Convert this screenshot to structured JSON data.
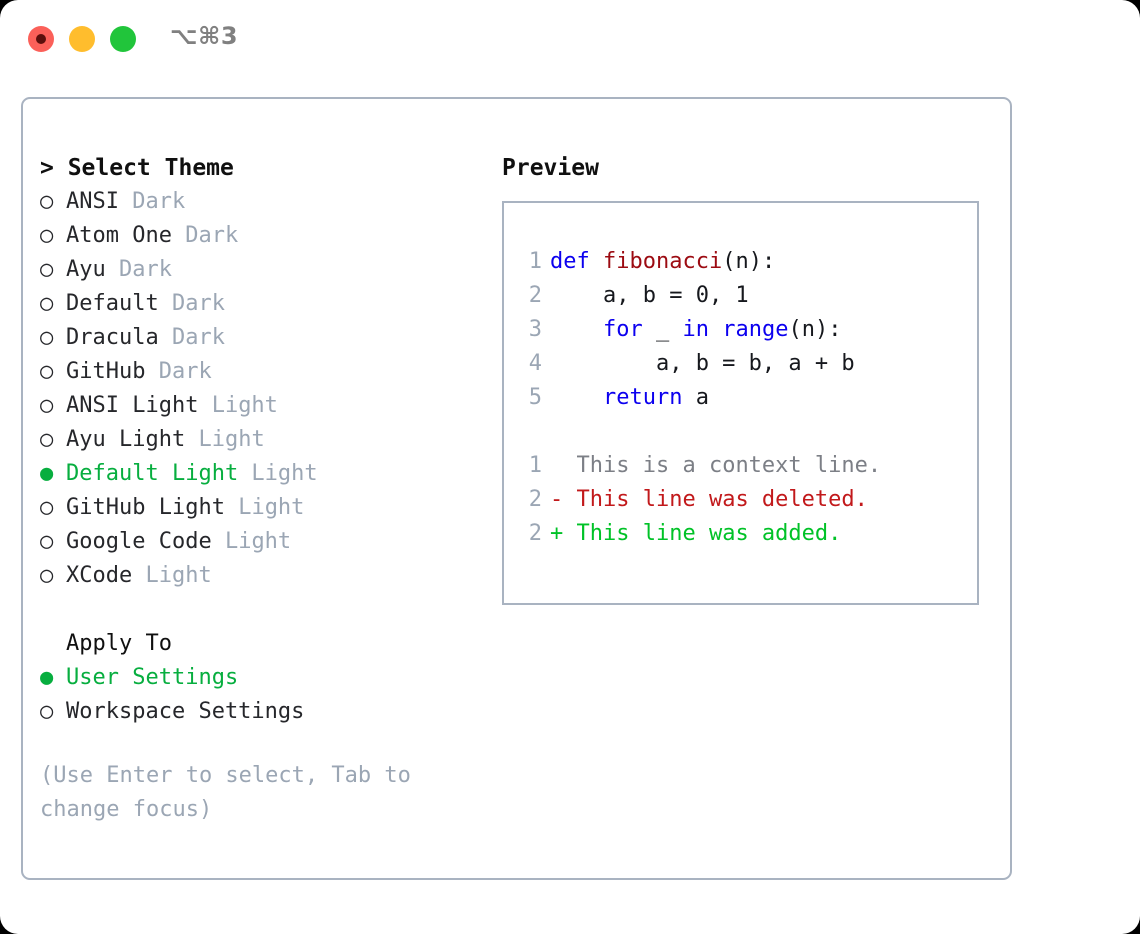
{
  "titlebar": {
    "shortcut": "⌥⌘3",
    "buttons": [
      {
        "name": "close-button",
        "color": "#fb6059"
      },
      {
        "name": "minimize-button",
        "color": "#ffbd2d"
      },
      {
        "name": "maximize-button",
        "color": "#21c53b"
      }
    ]
  },
  "theme_picker": {
    "heading": "> Select Theme",
    "selected_bullet": "●",
    "unselected_bullet": "○",
    "accent_color": "#07ae3f",
    "tag_color": "#9ba6b4",
    "options": [
      {
        "bullet": "○",
        "label": "ANSI",
        "tag": "Dark",
        "selected": false
      },
      {
        "bullet": "○",
        "label": "Atom One",
        "tag": "Dark",
        "selected": false
      },
      {
        "bullet": "○",
        "label": "Ayu",
        "tag": "Dark",
        "selected": false
      },
      {
        "bullet": "○",
        "label": "Default",
        "tag": "Dark",
        "selected": false
      },
      {
        "bullet": "○",
        "label": "Dracula",
        "tag": "Dark",
        "selected": false
      },
      {
        "bullet": "○",
        "label": "GitHub",
        "tag": "Dark",
        "selected": false
      },
      {
        "bullet": "○",
        "label": "ANSI Light",
        "tag": "Light",
        "selected": false
      },
      {
        "bullet": "○",
        "label": "Ayu Light",
        "tag": "Light",
        "selected": false
      },
      {
        "bullet": "●",
        "label": "Default Light",
        "tag": "Light",
        "selected": true
      },
      {
        "bullet": "○",
        "label": "GitHub Light",
        "tag": "Light",
        "selected": false
      },
      {
        "bullet": "○",
        "label": "Google Code",
        "tag": "Light",
        "selected": false
      },
      {
        "bullet": "○",
        "label": "XCode",
        "tag": "Light",
        "selected": false
      }
    ]
  },
  "apply_to": {
    "heading": "Apply To",
    "options": [
      {
        "bullet": "●",
        "label": "User Settings",
        "selected": true
      },
      {
        "bullet": "○",
        "label": "Workspace Settings",
        "selected": false
      }
    ]
  },
  "hint": "(Use Enter to select, Tab to change focus)",
  "preview": {
    "title": "Preview",
    "code_lines": [
      {
        "no": "1",
        "segments": [
          {
            "t": "def ",
            "c": "kw"
          },
          {
            "t": "fibonacci",
            "c": "fn"
          },
          {
            "t": "(n):",
            "c": ""
          }
        ]
      },
      {
        "no": "2",
        "segments": [
          {
            "t": "    a, b = 0, 1",
            "c": ""
          }
        ]
      },
      {
        "no": "3",
        "segments": [
          {
            "t": "    ",
            "c": ""
          },
          {
            "t": "for",
            "c": "kw"
          },
          {
            "t": " _ ",
            "c": ""
          },
          {
            "t": "in",
            "c": "kw"
          },
          {
            "t": " ",
            "c": ""
          },
          {
            "t": "range",
            "c": "kw"
          },
          {
            "t": "(n):",
            "c": ""
          }
        ]
      },
      {
        "no": "4",
        "segments": [
          {
            "t": "        a, b = b, a + b",
            "c": ""
          }
        ]
      },
      {
        "no": "5",
        "segments": [
          {
            "t": "    ",
            "c": ""
          },
          {
            "t": "return",
            "c": "kw"
          },
          {
            "t": " a",
            "c": ""
          }
        ]
      }
    ],
    "diff_lines": [
      {
        "no": "1",
        "marker": "  ",
        "text": "This is a context line.",
        "kind": "diff-ctx"
      },
      {
        "no": "2",
        "marker": "- ",
        "text": "This line was deleted.",
        "kind": "diff-del"
      },
      {
        "no": "2",
        "marker": "+ ",
        "text": "This line was added.",
        "kind": "diff-add"
      }
    ]
  }
}
